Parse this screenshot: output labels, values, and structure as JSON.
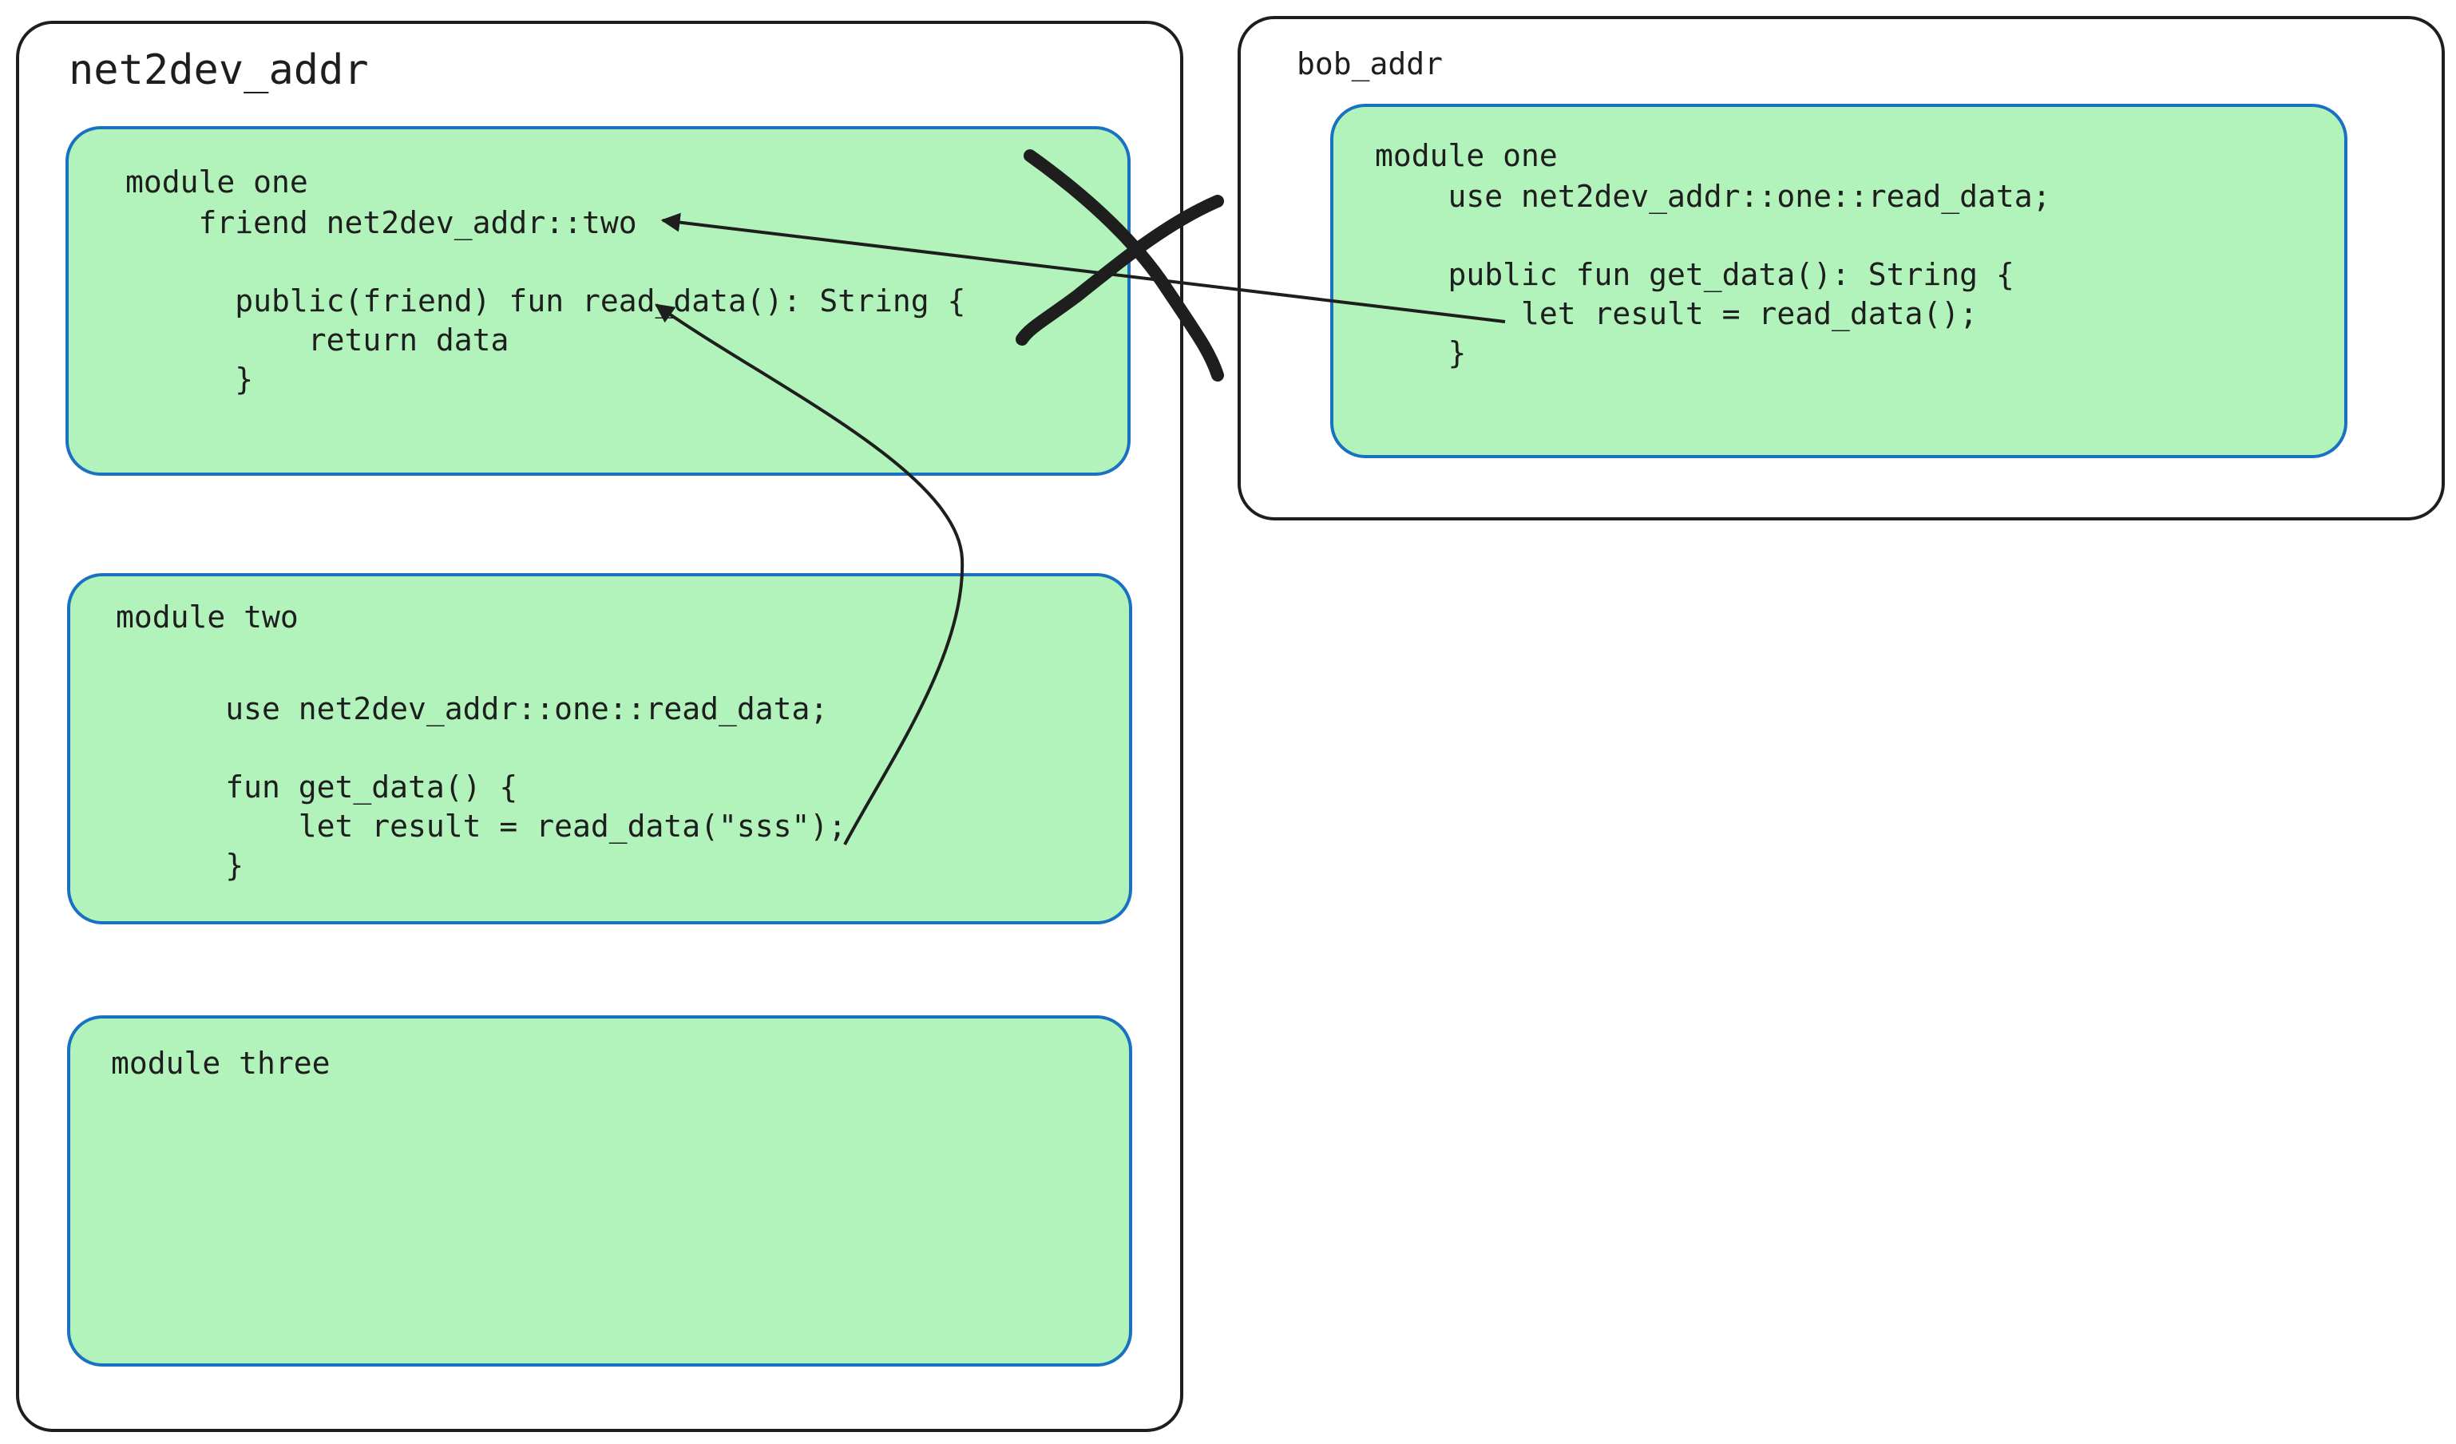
{
  "net2dev": {
    "title": "net2dev_addr",
    "one": {
      "title": "module one",
      "code": "    friend net2dev_addr::two\n\n      public(friend) fun read_data(): String {\n          return data\n      }"
    },
    "two": {
      "title": "module two",
      "code": "      use net2dev_addr::one::read_data;\n\n      fun get_data() {\n          let result = read_data(\"sss\");\n      }"
    },
    "three": {
      "title": "module three"
    }
  },
  "bob": {
    "title": "bob_addr",
    "one": {
      "title": "module one",
      "code": "    use net2dev_addr::one::read_data;\n\n    public fun get_data(): String {\n        let result = read_data();\n    }"
    }
  },
  "colors": {
    "stroke": "#1e1e1e",
    "module_fill": "#b2f2bb",
    "module_border": "#1971c2"
  }
}
